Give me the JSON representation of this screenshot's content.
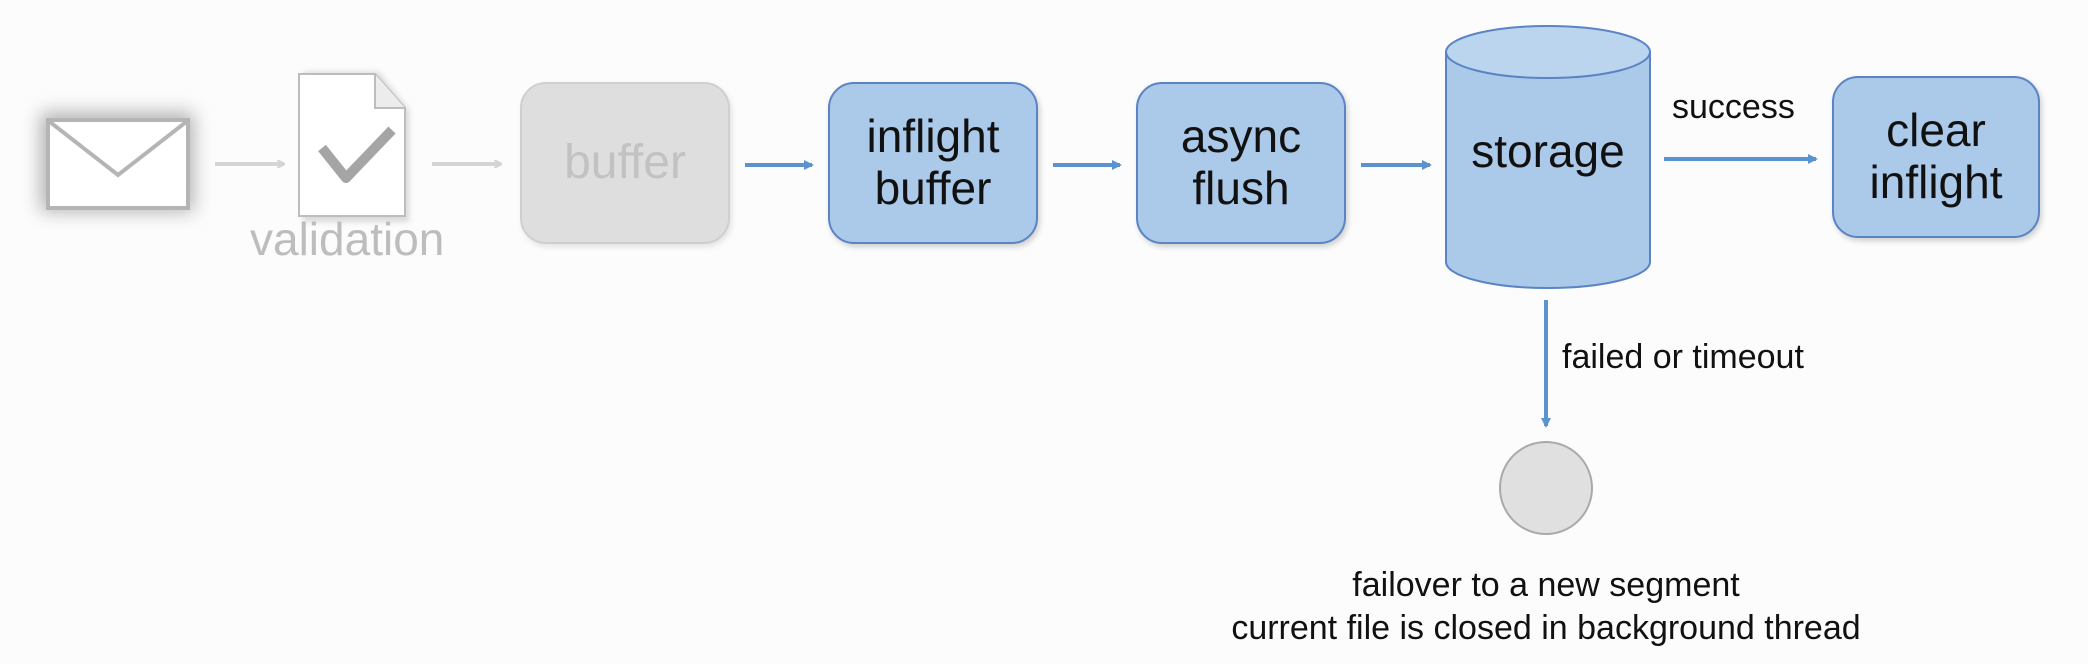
{
  "nodes": {
    "buffer": "buffer",
    "inflight_buffer": [
      "inflight",
      "buffer"
    ],
    "async_flush": [
      "async",
      "flush"
    ],
    "storage": "storage",
    "clear_inflight": [
      "clear",
      "inflight"
    ]
  },
  "labels": {
    "validation": "validation",
    "success": "success",
    "failed_or_timeout": "failed or timeout"
  },
  "caption": {
    "line1": "failover to a new segment",
    "line2": "current file is closed in background thread"
  },
  "colors": {
    "active_fill": "#abc9e9",
    "active_border": "#5b84c4",
    "arrow": "#5b93cf",
    "faded": "#cfcfcf",
    "endpoint_fill": "#e0e0e0"
  },
  "icons": {
    "message": "envelope-icon",
    "validation": "document-check-icon",
    "endpoint": "circle-endpoint"
  }
}
